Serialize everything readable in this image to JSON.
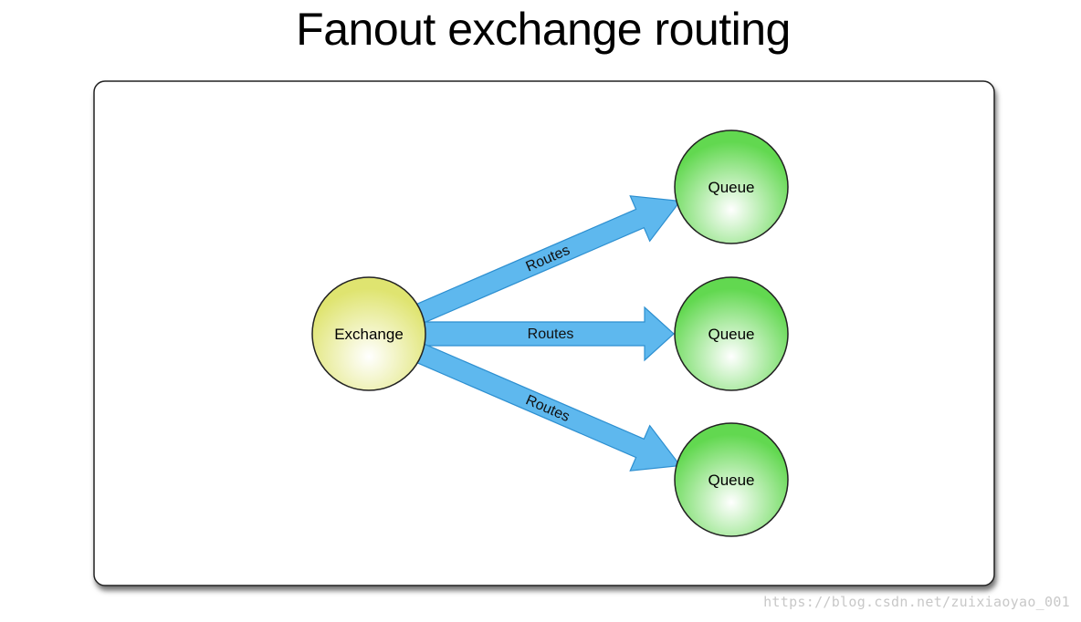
{
  "title": "Fanout exchange routing",
  "exchange": {
    "label": "Exchange",
    "fill_color": "#e2e77e"
  },
  "queues": [
    {
      "label": "Queue"
    },
    {
      "label": "Queue"
    },
    {
      "label": "Queue"
    }
  ],
  "routes": [
    {
      "label": "Routes"
    },
    {
      "label": "Routes"
    },
    {
      "label": "Routes"
    }
  ],
  "colors": {
    "queue_fill": "#6fdc5e",
    "arrow_fill": "#5eb8ee",
    "arrow_stroke": "#2d8fd0"
  },
  "watermark": "https://blog.csdn.net/zuixiaoyao_001"
}
